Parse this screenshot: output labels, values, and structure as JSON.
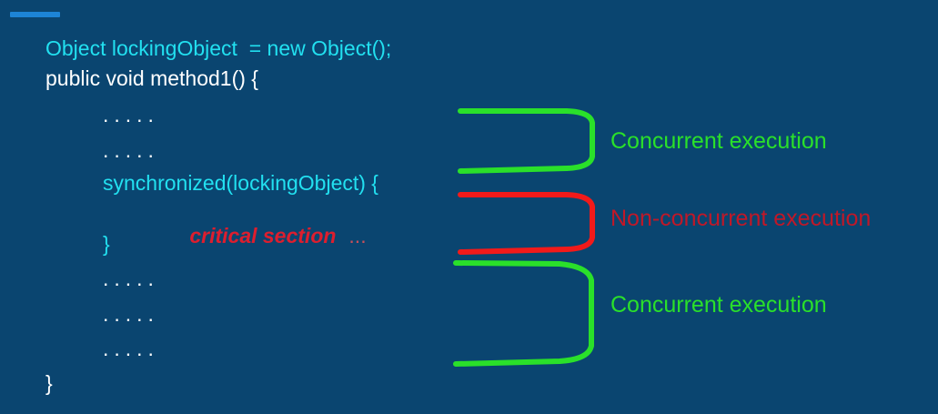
{
  "slide": {
    "accent_color": "#1d84d6",
    "background_color": "#0a4570"
  },
  "code": {
    "lines": [
      {
        "id": "line-1",
        "text": "Object lockingObject  = new Object();",
        "color": "#22e0f0",
        "style": "normal"
      },
      {
        "id": "line-2",
        "text": "public void method1() {",
        "color": "#ffffff",
        "style": "normal"
      },
      {
        "id": "line-3",
        "text": ".....",
        "color": "#ffffff",
        "style": "dots"
      },
      {
        "id": "line-4",
        "text": ".....",
        "color": "#ffffff",
        "style": "dots"
      },
      {
        "id": "line-5",
        "text": "synchronized(lockingObject) {",
        "color": "#22e0f0",
        "style": "normal"
      },
      {
        "id": "line-6a",
        "text": "critical section",
        "color": "#dd1e2e",
        "style": "bold-italic"
      },
      {
        "id": "line-6b",
        "text": "...",
        "color": "#c8505a",
        "style": "normal"
      },
      {
        "id": "line-7",
        "text": "}",
        "color": "#22e0f0",
        "style": "normal"
      },
      {
        "id": "line-8",
        "text": ".....",
        "color": "#ffffff",
        "style": "dots"
      },
      {
        "id": "line-9",
        "text": ".....",
        "color": "#ffffff",
        "style": "dots"
      },
      {
        "id": "line-10",
        "text": ".....",
        "color": "#ffffff",
        "style": "dots"
      },
      {
        "id": "line-11",
        "text": "}",
        "color": "#ffffff",
        "style": "normal"
      }
    ]
  },
  "annotations": [
    {
      "id": "annotation-top",
      "label": "Concurrent execution",
      "color": "#2ae02a",
      "bracket_color": "#2ae02a",
      "bracket_kind": "green"
    },
    {
      "id": "annotation-middle",
      "label": "Non-concurrent execution",
      "color": "#c01828",
      "bracket_color": "#f21a1a",
      "bracket_kind": "red"
    },
    {
      "id": "annotation-bottom",
      "label": "Concurrent execution",
      "color": "#2ae02a",
      "bracket_color": "#2ae02a",
      "bracket_kind": "green"
    }
  ]
}
